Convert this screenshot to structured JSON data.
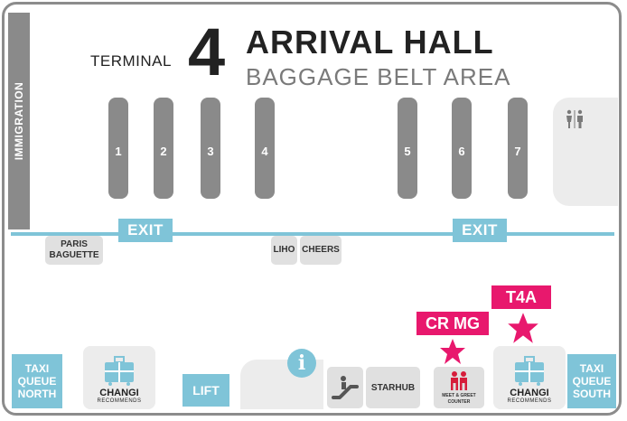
{
  "header": {
    "terminal_label": "TERMINAL",
    "terminal_number": "4",
    "title": "ARRIVAL HALL",
    "subtitle": "BAGGAGE BELT AREA"
  },
  "zones": {
    "immigration": "IMMIGRATION"
  },
  "belts": [
    "1",
    "2",
    "3",
    "4",
    "5",
    "6",
    "7"
  ],
  "exits": [
    "EXIT",
    "EXIT"
  ],
  "shops": {
    "paris_baguette": [
      "PARIS",
      "BAGUETTE"
    ],
    "liho": "LIHO",
    "cheers": "CHEERS",
    "starhub": "STARHUB"
  },
  "facilities": {
    "taxi_north": [
      "TAXI",
      "QUEUE",
      "NORTH"
    ],
    "taxi_south": [
      "TAXI",
      "QUEUE",
      "SOUTH"
    ],
    "lift": "LIFT",
    "meet_greet": [
      "MEET & GREET",
      "COUNTER"
    ],
    "changi_recommends": [
      "CHANGI",
      "RECOMMENDS"
    ]
  },
  "markers": {
    "cr_mg": "CR MG",
    "t4a": "T4A"
  },
  "icons": [
    "restroom-icon",
    "info-icon",
    "escalator-icon",
    "luggage-icon",
    "star-icon",
    "meet-greet-icon"
  ],
  "colors": {
    "accent_blue": "#7fc4d8",
    "marker_pink": "#e8186d",
    "belt_gray": "#8a8a8a"
  }
}
